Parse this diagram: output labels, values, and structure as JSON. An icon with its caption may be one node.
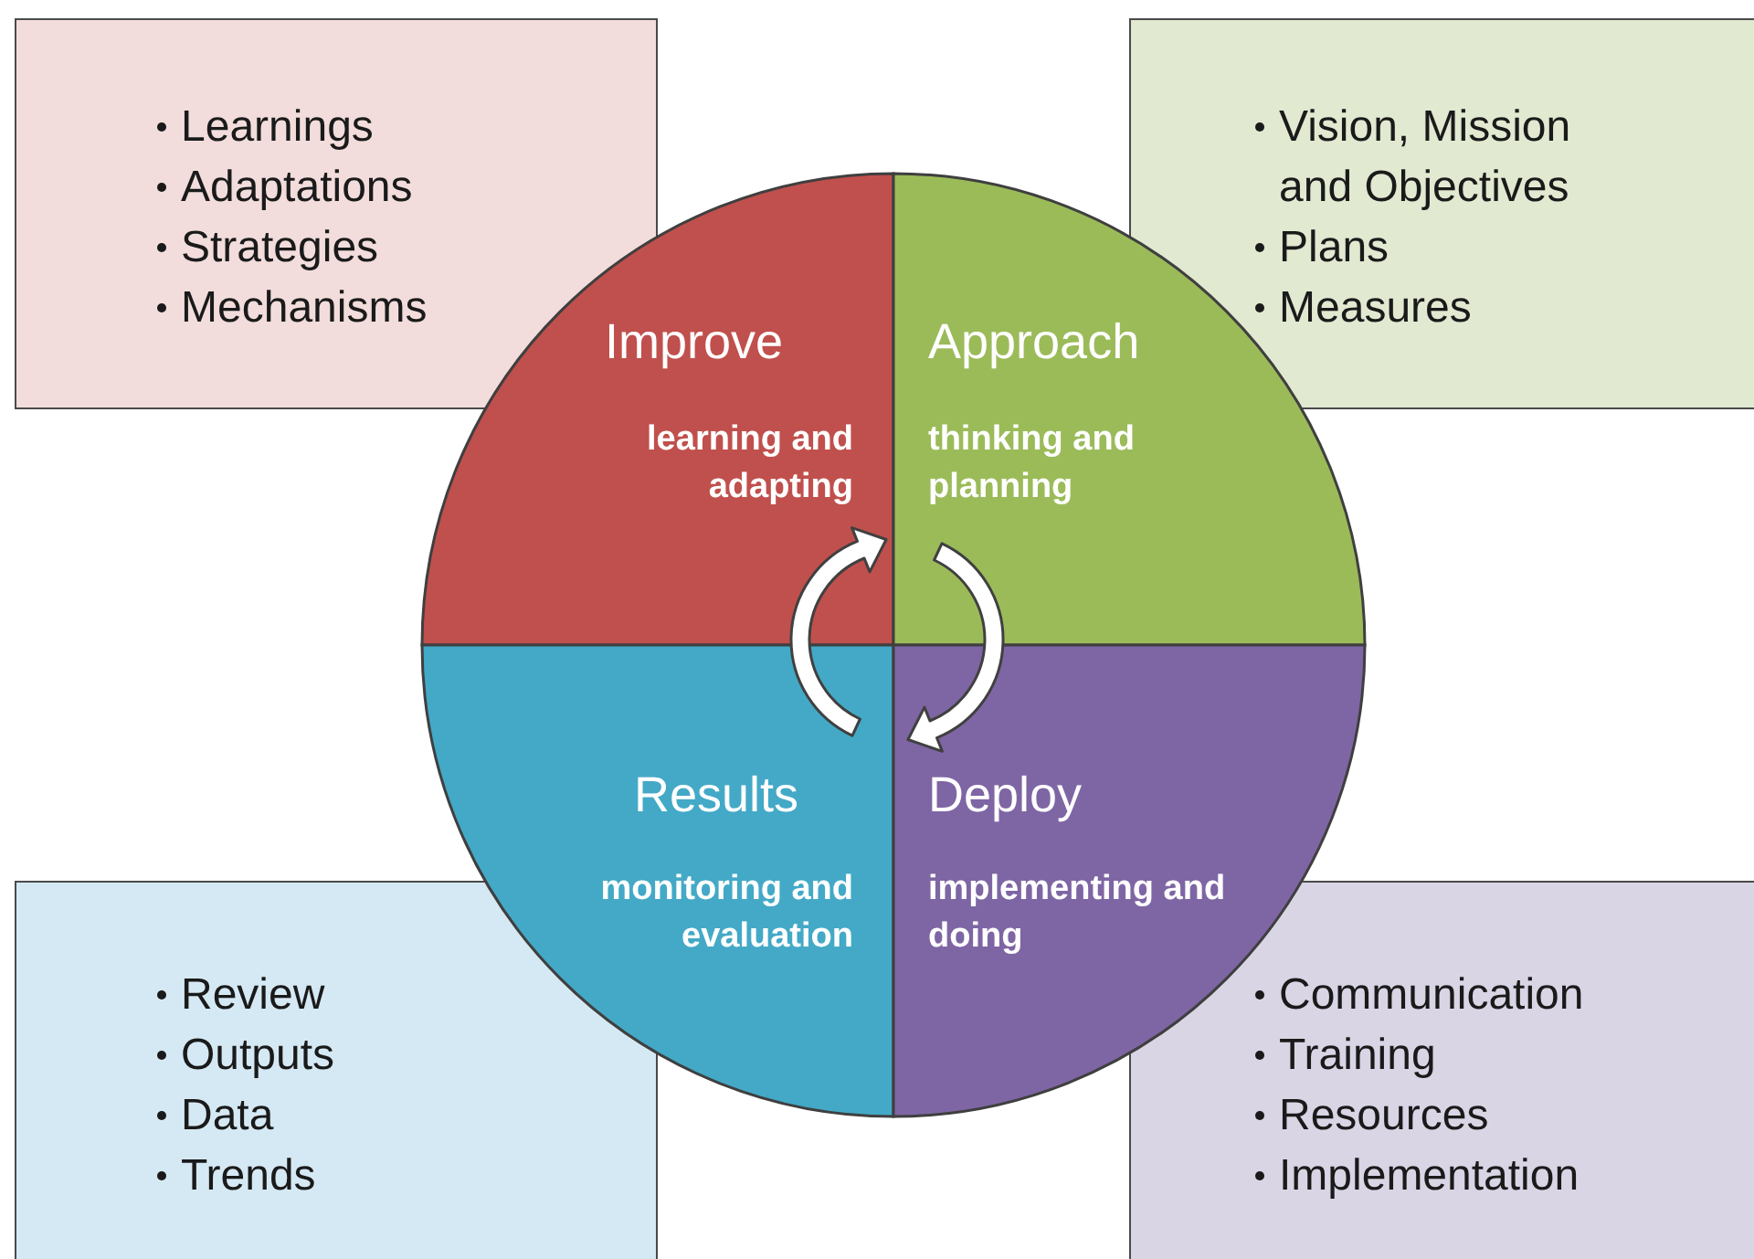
{
  "diagram": {
    "nodes": [
      {
        "text": [
          "Learnings",
          "Adaptations",
          "Strategies",
          "Mechanisms"
        ]
      },
      {
        "text": [
          "Vision, Mission and Objectives",
          "Plans",
          "Measures"
        ]
      },
      {
        "text": [
          "Review",
          "Outputs",
          "Data",
          "Trends"
        ]
      },
      {
        "text": [
          "Communication",
          "Training",
          "Resources",
          "Implementation"
        ]
      },
      {
        "text": [
          "Improve",
          "learning and adapting"
        ]
      },
      {
        "text": [
          "Approach",
          "thinking and planning"
        ]
      },
      {
        "text": [
          "Results",
          "monitoring and evaluation"
        ]
      },
      {
        "text": [
          "Deploy",
          "implementing and doing"
        ]
      }
    ],
    "edges": [
      {
        "from": 6,
        "to": 4,
        "arrow": "to"
      },
      {
        "from": 5,
        "to": 7,
        "arrow": "to"
      }
    ]
  }
}
